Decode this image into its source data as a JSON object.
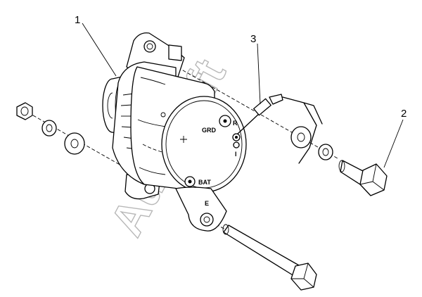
{
  "callouts": {
    "alternator": "1",
    "bolt": "2",
    "bracket_wire": "3"
  },
  "terminals": {
    "grd": "GRD",
    "r": "R",
    "i": "I",
    "bat": "BAT",
    "e": "E"
  },
  "watermark": {
    "text": "Autosoft"
  },
  "colors": {
    "line": "#000000",
    "background": "#ffffff",
    "watermark": "#9a9a9a"
  }
}
